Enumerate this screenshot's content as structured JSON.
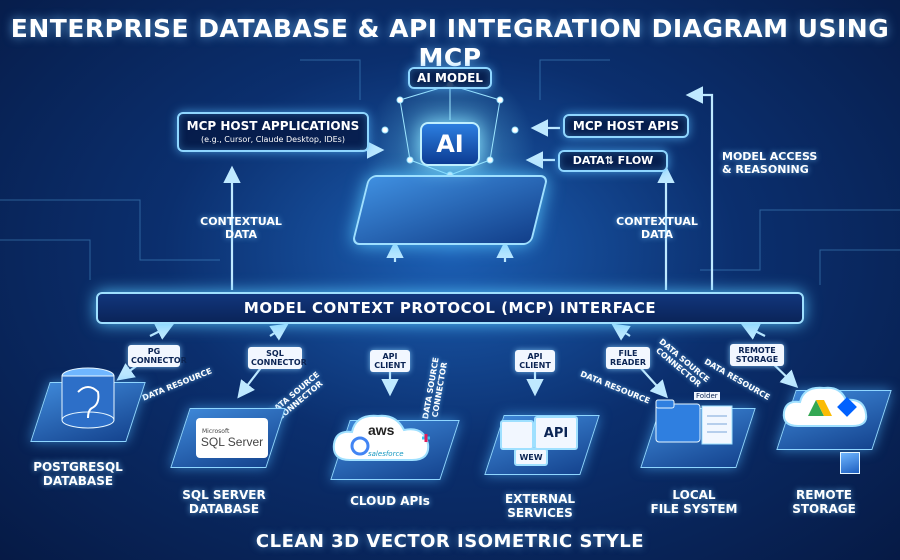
{
  "title": "ENTERPRISE DATABASE & API INTEGRATION DIAGRAM USING MCP",
  "subtitle": "CLEAN 3D VECTOR ISOMETRIC STYLE",
  "ai_model": {
    "label": "AI MODEL",
    "chip_text": "AI"
  },
  "host_apps": {
    "title": "MCP HOST APPLICATIONS",
    "subtitle": "(e.g., Cursor, Claude Desktop, IDEs)"
  },
  "host_apis": {
    "label": "MCP HOST APIS"
  },
  "data_flow": {
    "label": "DATA⇅ FLOW"
  },
  "model_access": {
    "label": "MODEL ACCESS\n& REASONING"
  },
  "contextual_left": "CONTEXTUAL\nDATA",
  "contextual_right": "CONTEXTUAL\nDATA",
  "mcp_interface": "MODEL CONTEXT PROTOCOL (MCP) INTERFACE",
  "connectors": {
    "pg": "PG\nCONNECTOR",
    "sql": "SQL\nCONNECTOR",
    "api1": "API\nCLIENT",
    "api2": "API\nCLIENT",
    "file": "FILE\nREADER",
    "remote": "REMOTE\nSTORAGE"
  },
  "edge_labels": {
    "data_resource_1": "DATA RESOURCE",
    "data_source_connector_1": "DATA SOURCE\nCONNECTOR",
    "data_source_connector_2": "DATA SOURCE\nCONNECTOR",
    "data_resource_2": "DATA RESOURCE",
    "data_source_connector_3": "DATA SOURCE\nCONNECTOR",
    "data_resource_3": "DATA RESOURCE"
  },
  "nodes": {
    "postgres": "POSTGRESQL\nDATABASE",
    "sqlserver": "SQL SERVER\nDATABASE",
    "cloud": "CLOUD APIs",
    "external": "EXTERNAL\nSERVICES",
    "local_fs": "LOCAL\nFILE SYSTEM",
    "remote": "REMOTE\nSTORAGE"
  },
  "icon_text": {
    "sql_server_small": "Microsoft",
    "sql_server_big": "SQL Server",
    "aws": "aws",
    "salesforce": "salesforce",
    "api": "API",
    "www": "WEW",
    "folder": "Folder"
  },
  "colors": {
    "background_dark": "#061a45",
    "background_mid": "#1c5fb4",
    "glow": "#8fd6ff",
    "tag_bg": "#f2f7ff",
    "tag_text": "#0b2454"
  }
}
